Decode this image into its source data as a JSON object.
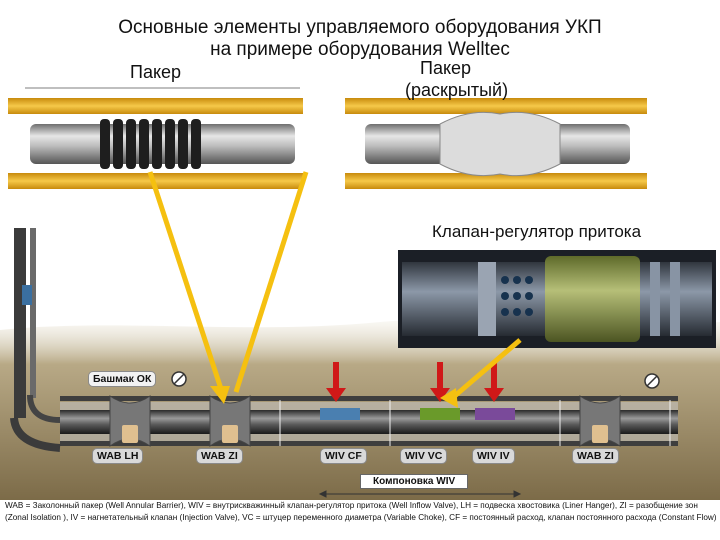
{
  "title": {
    "line1": "Основные элементы управляемого оборудования УКП",
    "line2": "на примере оборудования Welltec"
  },
  "packer": {
    "label": "Пакер",
    "expanded_label_line1": "Пакер",
    "expanded_label_line2": "(раскрытый)"
  },
  "valve_caption": "Клапан-регулятор притока",
  "tags": {
    "shoe": "Башмак ОК",
    "wab_lh": "WAB LH",
    "wab_zi_1": "WAB ZI",
    "wiv_cf": "WIV CF",
    "wiv_vc": "WIV VC",
    "wiv_iv": "WIV IV",
    "wab_zi_2": "WAB ZI",
    "assembly": "Компоновка WIV"
  },
  "legend": "WAB = Заколонный пакер (Well Annular Barrier), WIV = внутрискважинный клапан-регулятор притока (Well Inflow Valve), LH = подвеска хвостовика (Liner Hanger), ZI = разобщение зон (Zonal Isolation ), IV = нагнетательный клапан (Injection Valve), VC = штуцер переменного диаметра (Variable Choke), CF = постоянный расход, клапан постоянного расхода (Constant Flow)",
  "colors": {
    "casing": "#e8b020",
    "pipe": "#8c8c8c",
    "packer_rubber": "#1e1e1e",
    "arrow_yellow": "#f5c010",
    "arrow_red": "#d01818",
    "rock": "#8a7a5a",
    "valve_cf": "#4a7fb0",
    "valve_vc": "#6a9a2a",
    "valve_iv": "#7a4a9a"
  },
  "icons": [
    "circle-slash-icon",
    "circle-slash-icon"
  ]
}
